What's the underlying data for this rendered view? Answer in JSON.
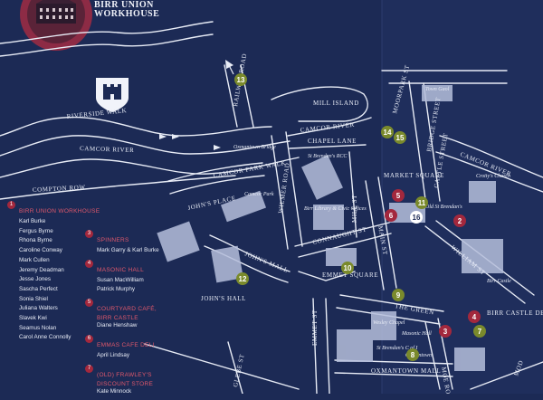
{
  "header": {
    "title_line1": "BIRR UNION",
    "title_line2": "WORKHOUSE"
  },
  "colors": {
    "background": "#1c2a55",
    "roads": "#e8ecf6",
    "pin_red": "#a3283d",
    "pin_green": "#7a8a2c",
    "legend_title": "#e0586b"
  },
  "streets": {
    "riverside_walk": "RIVERSIDE WALK",
    "camcor_river_west": "CAMCOR RIVER",
    "compton_row": "COMPTON ROW",
    "railway_road": "RAILWAY ROAD",
    "oxmantown_bridge": "Oxmantown Bridge",
    "camcor_park_walk": "CAMCOR PARK WALK",
    "camcor_park": "Camcor Park",
    "johns_place": "JOHN'S PLACE",
    "wilmer_road": "WILMER ROAD",
    "johns_mall": "JOHN'S MALL",
    "johns_hall": "JOHN'S HALL",
    "mill_island": "MILL ISLAND",
    "camcor_river_center": "CAMCOR RIVER",
    "chapel_lane": "CHAPEL LANE",
    "st_brendans_rcc": "St Brendan's RCC",
    "birr_library": "Birr Library & Civic Offices",
    "mill_st": "MILL ST",
    "connaught_st": "CONNAUGHT ST",
    "emmet_square": "EMMET SQUARE",
    "market_square": "MARKET SQUARE",
    "main_st": "MAIN ST",
    "moorpark_st": "MOORPARK ST",
    "town_gaol": "Town Gaol",
    "bridge_street": "BRIDGE STREET",
    "castle_street": "CASTLE STREET",
    "camcor_river_east": "CAMCOR RIVER",
    "crottys_church": "Crotty's Church",
    "old_st_brendans": "Old St Brendan's",
    "william_st": "WILLIAM ST",
    "birr_castle": "Birr Castle",
    "the_green": "THE GREEN",
    "wesley_chapel": "Wesley Chapel",
    "masonic_hall": "Masonic Hall",
    "st_brendans_coi": "St Brendan's C of I",
    "oxmantown": "Oxmantown",
    "oxmantown_mall": "OXMANTOWN MALL",
    "emmet_st": "EMMET ST",
    "glebe_st": "GLEBE ST",
    "moe_road": "MOE ROAD",
    "mod": "MOD",
    "birr_castle_demesne": "BIRR CASTLE DEMESNE"
  },
  "pins": [
    {
      "n": "13",
      "color": "green"
    },
    {
      "n": "14",
      "color": "green"
    },
    {
      "n": "15",
      "color": "green"
    },
    {
      "n": "5",
      "color": "red"
    },
    {
      "n": "11",
      "color": "green"
    },
    {
      "n": "6",
      "color": "red"
    },
    {
      "n": "16",
      "color": "white"
    },
    {
      "n": "2",
      "color": "red"
    },
    {
      "n": "10",
      "color": "green"
    },
    {
      "n": "12",
      "color": "green"
    },
    {
      "n": "9",
      "color": "green"
    },
    {
      "n": "4",
      "color": "red"
    },
    {
      "n": "7",
      "color": "green"
    },
    {
      "n": "3",
      "color": "red"
    },
    {
      "n": "8",
      "color": "green"
    },
    {
      "n": "1",
      "color": "red"
    }
  ],
  "legend": {
    "item1": {
      "num": "1",
      "title": "BIRR UNION WORKHOUSE",
      "names": [
        "Karl Burke",
        "Fergus Byrne",
        "Rhona Byrne",
        "Caroline Conway",
        "Mark Cullen",
        "Jeremy Deadman",
        "Jesse Jones",
        "Sascha Perfect",
        "Sonia Shiel",
        "Juliana Walters",
        "Slavek Kwi",
        "Seamus Nolan",
        "Carol Anne Connolly"
      ]
    },
    "item3": {
      "num": "3",
      "title": "SPINNERS",
      "names": [
        "Mark Garry & Karl Burke"
      ]
    },
    "item4": {
      "num": "4",
      "title": "MASONIC HALL",
      "names": [
        "Susan MacWilliam",
        "Patrick Murphy"
      ]
    },
    "item5": {
      "num": "5",
      "title_lines": [
        "COURTYARD CAFÉ,",
        "BIRR CASTLE"
      ],
      "names": [
        "Diane Henshaw"
      ]
    },
    "item6": {
      "num": "6",
      "title": "EMMAS CAFE DELI",
      "names": [
        "April Lindsay"
      ]
    },
    "item7": {
      "num": "7",
      "title_lines": [
        "(OLD) FRAWLEY'S",
        "DISCOUNT STORE"
      ],
      "names": [
        "Kate Minnock"
      ]
    }
  }
}
